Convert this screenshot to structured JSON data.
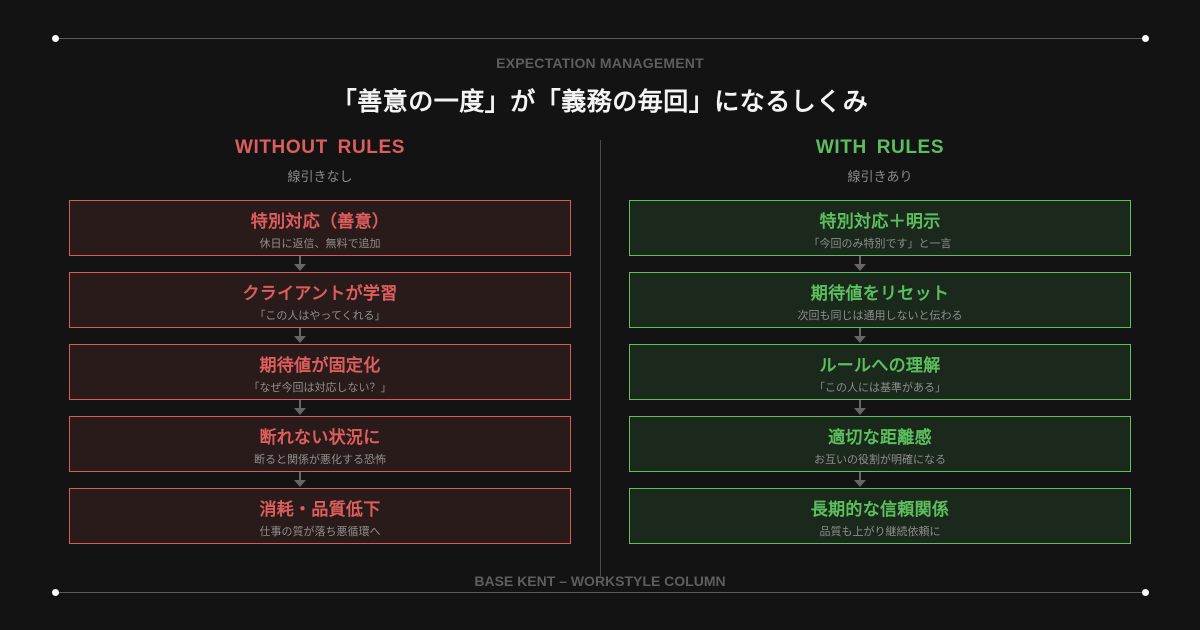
{
  "header": {
    "eyebrow": "EXPECTATION MANAGEMENT",
    "title": "「善意の一度」が「義務の毎回」になるしくみ"
  },
  "left": {
    "heading": "WITHOUT  RULES",
    "subheading": "線引きなし",
    "accent_color": "#de5d5d",
    "steps": [
      {
        "title": "特別対応（善意）",
        "desc": "休日に返信、無料で追加"
      },
      {
        "title": "クライアントが学習",
        "desc": "「この人はやってくれる」"
      },
      {
        "title": "期待値が固定化",
        "desc": "「なぜ今回は対応しない？」"
      },
      {
        "title": "断れない状況に",
        "desc": "断ると関係が悪化する恐怖"
      },
      {
        "title": "消耗・品質低下",
        "desc": "仕事の質が落ち悪循環へ"
      }
    ]
  },
  "right": {
    "heading": "WITH  RULES",
    "subheading": "線引きあり",
    "accent_color": "#5cbf5e",
    "steps": [
      {
        "title": "特別対応＋明示",
        "desc": "「今回のみ特別です」と一言"
      },
      {
        "title": "期待値をリセット",
        "desc": "次回も同じは通用しないと伝わる"
      },
      {
        "title": "ルールへの理解",
        "desc": "「この人には基準がある」"
      },
      {
        "title": "適切な距離感",
        "desc": "お互いの役割が明確になる"
      },
      {
        "title": "長期的な信頼関係",
        "desc": "品質も上がり継続依頼に"
      }
    ]
  },
  "footer": {
    "text": "BASE KENT – WORKSTYLE COLUMN"
  }
}
